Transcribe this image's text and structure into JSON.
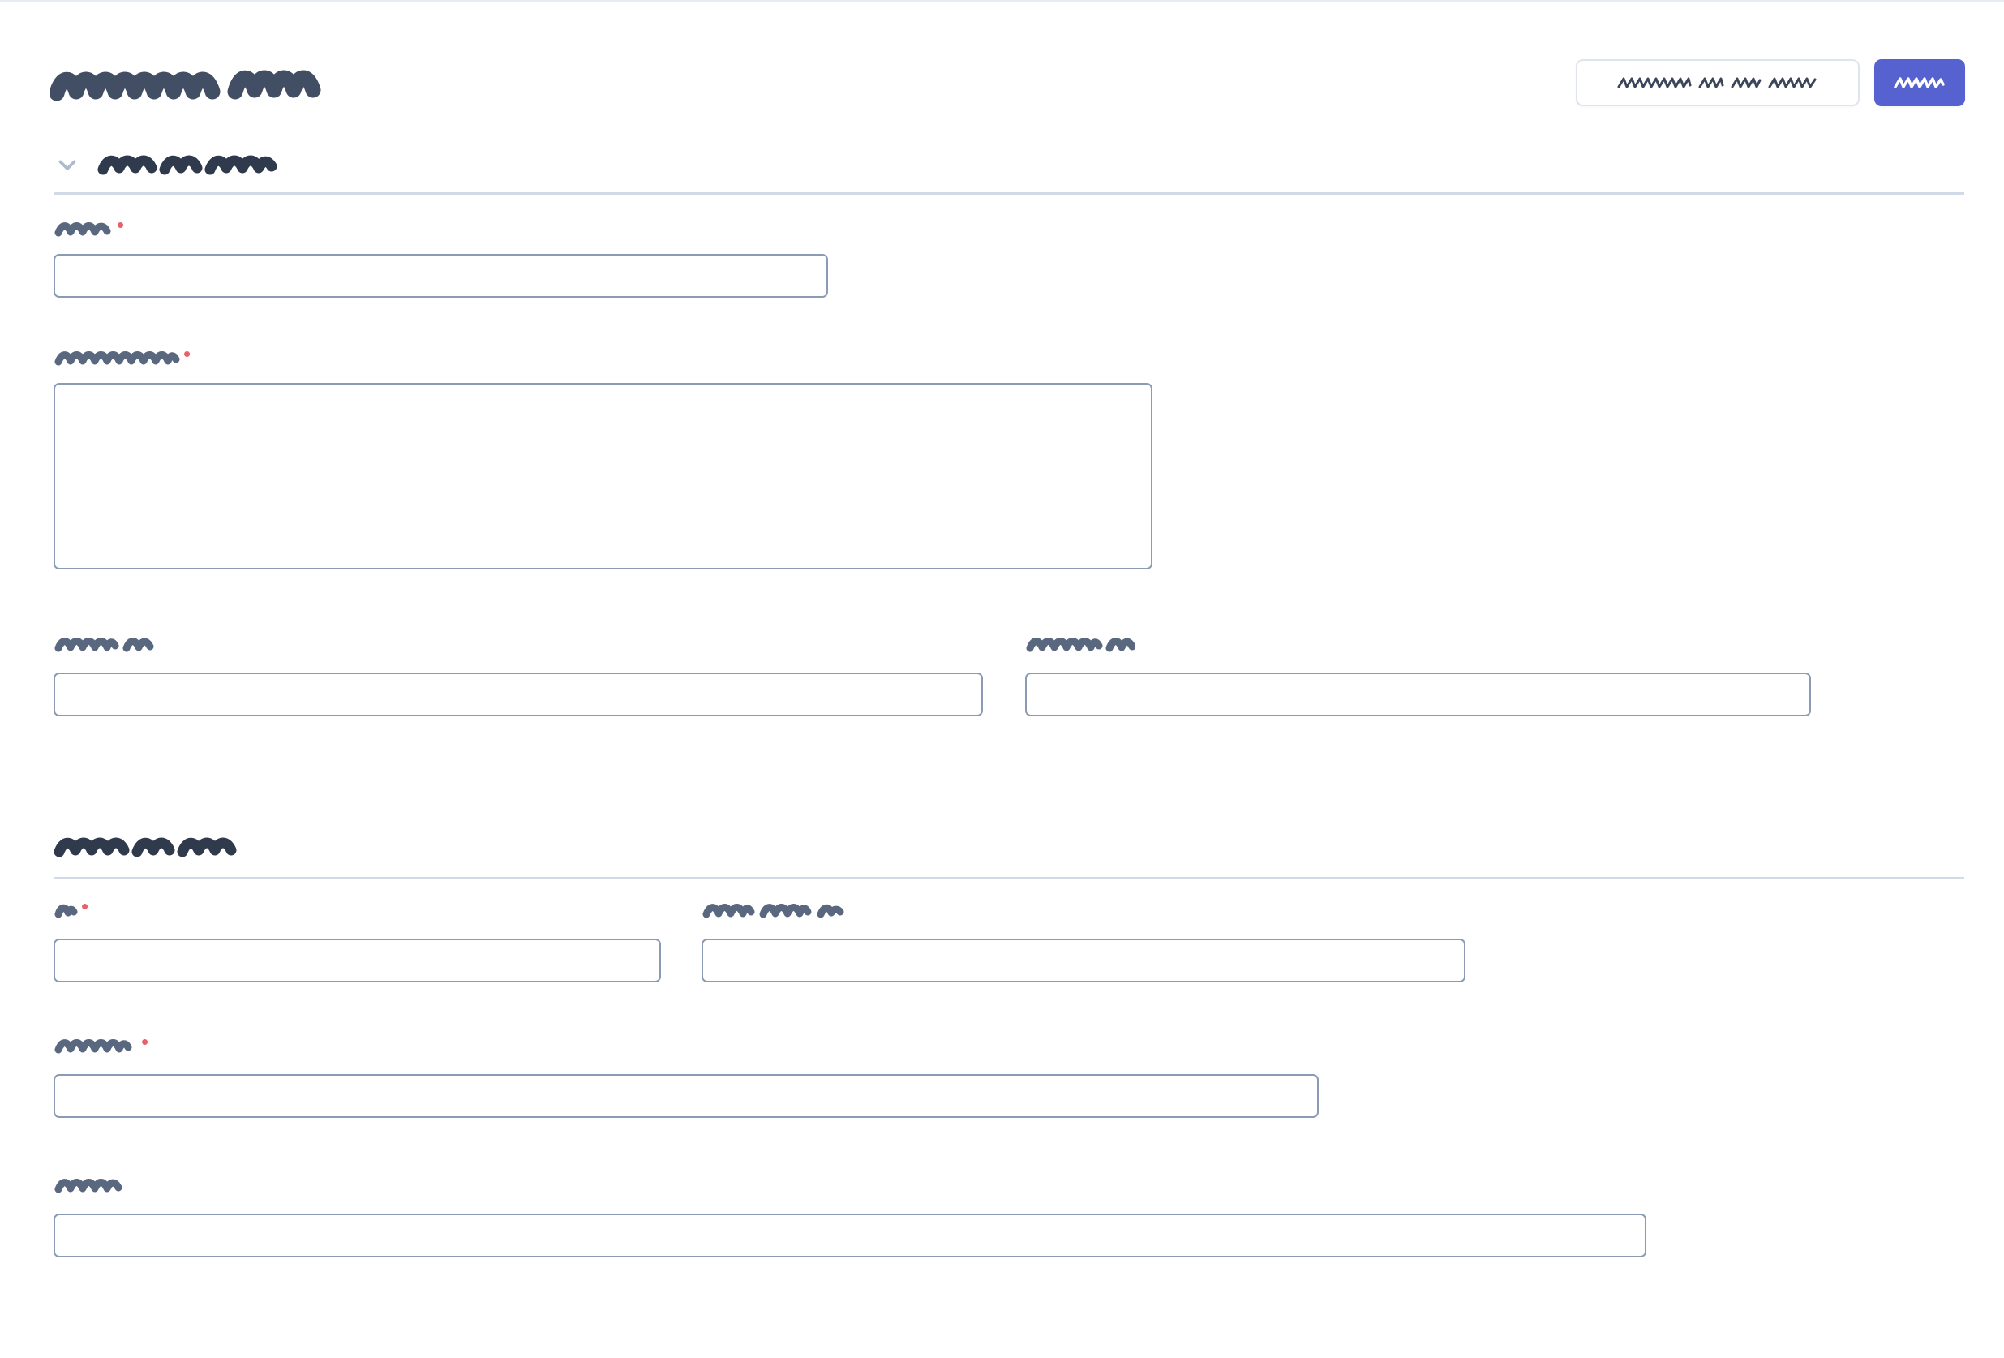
{
  "meta": {
    "page_title_redacted": true,
    "note": "All visible text in this screenshot is redacted with hand-drawn scribble marks; no literal characters are legible."
  },
  "colors": {
    "page_background": "#ffffff",
    "title_text": "#414e63",
    "label_text": "#59677f",
    "required_marker": "#e8616a",
    "input_border": "#8c9bb5",
    "divider": "#d3dae7",
    "chevron": "#aebace",
    "primary_button_bg": "#5562d0",
    "primary_button_text": "#ffffff",
    "secondary_button_border": "#dfe4ee",
    "secondary_button_text": "#3b465a",
    "top_edge_border": "#e7ebf2"
  },
  "header": {
    "title": "",
    "title_redacted_glyph_count": 2,
    "actions": [
      {
        "name": "secondary-action-button",
        "label": "",
        "label_redacted_word_count": 4,
        "variant": "secondary"
      },
      {
        "name": "primary-action-button",
        "label": "",
        "label_redacted_word_count": 1,
        "variant": "primary"
      }
    ]
  },
  "sections": [
    {
      "id": "section-one",
      "title": "",
      "title_redacted_word_count": 3,
      "collapsible": true,
      "expanded": true,
      "chevron_icon": "chevron-down-icon",
      "fields": [
        {
          "id": "field-1",
          "label": "",
          "label_redacted_word_count": 1,
          "required": true,
          "type": "text",
          "value": "",
          "placeholder": ""
        },
        {
          "id": "field-2",
          "label": "",
          "label_redacted_word_count": 1,
          "required": true,
          "type": "textarea",
          "value": "",
          "placeholder": ""
        },
        {
          "id": "field-3",
          "label": "",
          "label_redacted_word_count": 2,
          "required": false,
          "type": "text",
          "value": "",
          "placeholder": ""
        },
        {
          "id": "field-4",
          "label": "",
          "label_redacted_word_count": 2,
          "required": false,
          "type": "text",
          "value": "",
          "placeholder": ""
        }
      ]
    },
    {
      "id": "section-two",
      "title": "",
      "title_redacted_word_count": 3,
      "collapsible": false,
      "expanded": true,
      "fields": [
        {
          "id": "field-5",
          "label": "",
          "label_redacted_word_count": 1,
          "required": true,
          "type": "text",
          "value": "",
          "placeholder": ""
        },
        {
          "id": "field-6",
          "label": "",
          "label_redacted_word_count": 3,
          "required": false,
          "type": "text",
          "value": "",
          "placeholder": ""
        },
        {
          "id": "field-7",
          "label": "",
          "label_redacted_word_count": 1,
          "required": true,
          "type": "text",
          "value": "",
          "placeholder": ""
        },
        {
          "id": "field-8",
          "label": "",
          "label_redacted_word_count": 1,
          "required": false,
          "type": "text",
          "value": "",
          "placeholder": ""
        }
      ]
    }
  ]
}
